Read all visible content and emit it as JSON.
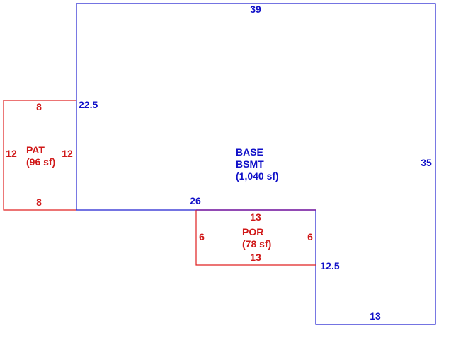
{
  "areas": {
    "base": {
      "line1": "BASE",
      "line2": "BSMT",
      "area": "(1,040 sf)",
      "dims": {
        "top": "39",
        "right": "35",
        "bottom_right": "13",
        "right_inner": "12.5",
        "bottom_left": "26",
        "left": "22.5"
      },
      "color": "#2020d0"
    },
    "patio": {
      "name": "PAT",
      "area": "(96 sf)",
      "dims": {
        "top": "8",
        "bottom": "8",
        "left": "12",
        "right": "12"
      },
      "color": "#e02020"
    },
    "porch": {
      "name": "POR",
      "area": "(78 sf)",
      "dims": {
        "top": "13",
        "bottom": "13",
        "left": "6",
        "right": "6"
      },
      "color": "#e02020"
    }
  }
}
